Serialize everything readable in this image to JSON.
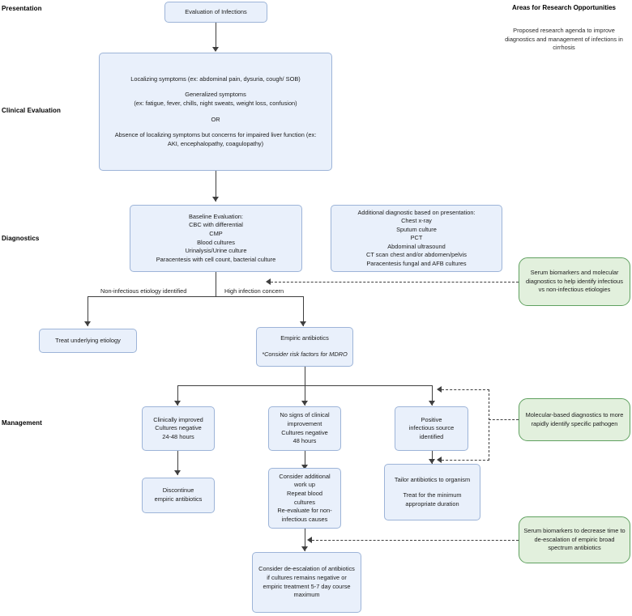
{
  "lanes": [
    {
      "label": "Presentation"
    },
    {
      "label": "Clinical Evaluation"
    },
    {
      "label": "Diagnostics"
    },
    {
      "label": "Management"
    }
  ],
  "research_column": {
    "title": "Areas for Research Opportunities",
    "subtitle": "Proposed research agenda to improve diagnostics and management of infections in cirrhosis"
  },
  "nodes": {
    "evaluation_of_infections": "Evaluation of Infections",
    "clinical_evaluation": {
      "p1": "Localizing symptoms (ex: abdominal pain, dysuria, cough/ SOB)",
      "p2": "Generalized symptoms\n(ex: fatigue, fever, chills, night sweats, weight loss, confusion)",
      "p3": "OR",
      "p4": "Absence of localizing symptoms but concerns for impaired liver function (ex: AKI, encephalopathy, coagulopathy)"
    },
    "baseline_evaluation": "Baseline Evaluation:\nCBC with differential\nCMP\nBlood cultures\nUrinalysis/Urine culture\nParacentesis with cell count, bacterial culture",
    "additional_diagnostic": "Additional diagnostic based on presentation:\nChest x-ray\nSputum culture\nPCT\nAbdominal ultrasound\nCT scan chest and/or abdomen/pelvis\nParacentesis fungal and AFB cultures",
    "treat_underlying": "Treat underlying etiology",
    "empiric_antibiotics": {
      "title": "Empiric antibiotics",
      "note": "*Consider risk factors for MDRO"
    },
    "clinically_improved": "Clinically improved\nCultures negative\n24-48 hours",
    "no_signs_improvement": "No signs of clinical\nimprovement\nCultures negative\n48 hours",
    "positive_source": "Positive\ninfectious source\nidentified",
    "discontinue_empiric": "Discontinue\nempiric antibiotics",
    "consider_additional_workup": "Consider additional\nwork up\nRepeat blood\ncultures\nRe-evaluate for non-\ninfectious causes",
    "tailor_antibiotics": {
      "p1": "Tailor antibiotics to organism",
      "p2": "Treat for the minimum appropriate duration"
    },
    "consider_deescalation": "Consider de-escalation of antibiotics if cultures remains negative or empiric treatment 5-7 day course maximum",
    "research_serum_biomarkers_dx": "Serum biomarkers and molecular diagnostics to help identify infectious vs non-infectious etiologies",
    "research_molecular_based": "Molecular-based diagnostics to more rapidly identify specific pathogen",
    "research_serum_biomarkers_deesc": "Serum biomarkers to decrease time to de-escalation of empiric broad spectrum antibiotics"
  },
  "edge_labels": {
    "non_infectious": "Non-infectious etiology identified",
    "high_infection": "High infection concern"
  },
  "colors": {
    "node_blue_fill": "#e9f0fb",
    "node_blue_border": "#9db4d8",
    "node_green_fill": "#e2f0dd",
    "node_green_border": "#60a160",
    "edge": "#3f3f3f",
    "text": "#1a1a1a",
    "background": "#ffffff"
  }
}
